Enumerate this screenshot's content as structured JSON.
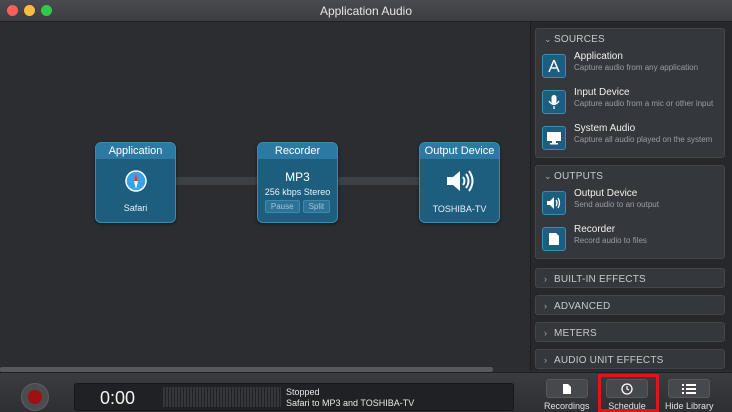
{
  "window": {
    "title": "Application Audio"
  },
  "canvas": {
    "nodes": {
      "application": {
        "header": "Application",
        "label": "Safari"
      },
      "recorder": {
        "header": "Recorder",
        "format": "MP3",
        "quality": "256 kbps Stereo",
        "pause_label": "Pause",
        "split_label": "Split"
      },
      "output": {
        "header": "Output Device",
        "label": "TOSHIBA-TV"
      }
    }
  },
  "sidebar": {
    "sources": {
      "header": "SOURCES",
      "items": [
        {
          "title": "Application",
          "desc": "Capture audio from any application",
          "icon": "app-store-icon"
        },
        {
          "title": "Input Device",
          "desc": "Capture audio from a mic or other input",
          "icon": "microphone-icon"
        },
        {
          "title": "System Audio",
          "desc": "Capture all audio played on the system",
          "icon": "monitor-icon"
        }
      ]
    },
    "outputs": {
      "header": "OUTPUTS",
      "items": [
        {
          "title": "Output Device",
          "desc": "Send audio to an output",
          "icon": "speaker-icon"
        },
        {
          "title": "Recorder",
          "desc": "Record audio to files",
          "icon": "document-icon"
        }
      ]
    },
    "collapsed": [
      "BUILT-IN EFFECTS",
      "ADVANCED",
      "METERS",
      "AUDIO UNIT EFFECTS"
    ]
  },
  "bottom": {
    "time": "0:00",
    "status": "Stopped",
    "route": "Safari to MP3 and TOSHIBA-TV",
    "buttons": {
      "recordings": "Recordings",
      "schedule": "Schedule",
      "hide_library": "Hide Library"
    }
  },
  "colors": {
    "node_fill": "#1d5d7e",
    "node_header": "#2c7aa3",
    "highlight": "#e01616"
  }
}
